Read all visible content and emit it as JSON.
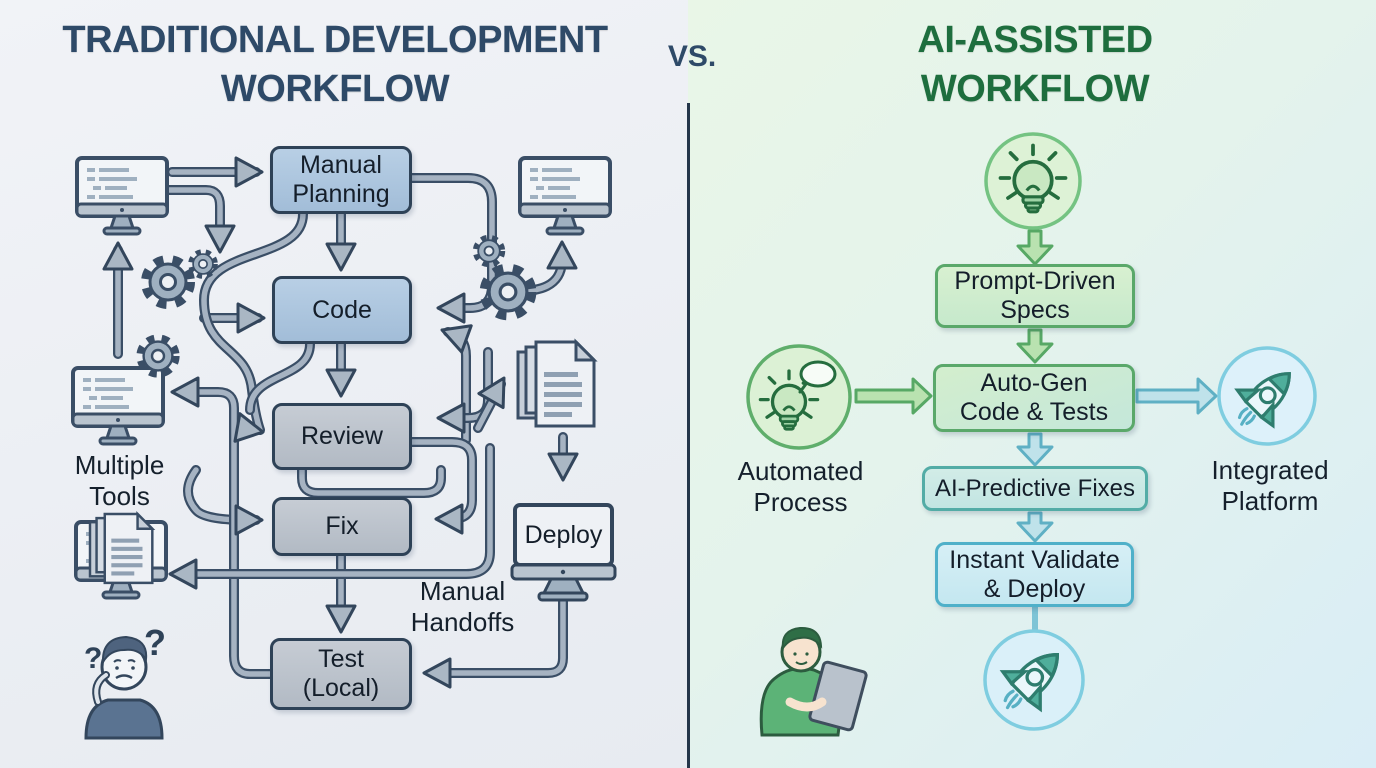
{
  "header": {
    "left_title": "TRADITIONAL DEVELOPMENT WORKFLOW",
    "vs": "VS.",
    "right_title": "AI-ASSISTED WORKFLOW"
  },
  "colors": {
    "left_title": "#2e4a68",
    "right_title": "#1e6e3e",
    "left_background": "#eef1f5",
    "right_background_top": "#e9f6e7",
    "right_background_bottom": "#d9edf6",
    "divider": "#24364a",
    "blue_box": "#aec6de",
    "gray_box": "#bcc3cc",
    "green_accent": "#57a865",
    "teal_accent": "#5fb0c4"
  },
  "traditional": {
    "boxes": {
      "planning": "Manual Planning",
      "code": "Code",
      "review": "Review",
      "fix": "Fix",
      "test": "Test (Local)",
      "deploy": "Deploy"
    },
    "labels": {
      "multiple_tools": "Multiple Tools",
      "manual_handoffs": "Manual Handoffs"
    },
    "decor": {
      "qmark_left": "?",
      "qmark_right": "?"
    },
    "icons": [
      "monitor-code-icon",
      "gears-icon",
      "monitor-gear-icon",
      "monitor-docs-icon",
      "documents-icon",
      "deploy-monitor-icon",
      "confused-person-icon"
    ]
  },
  "ai": {
    "boxes": {
      "specs": "Prompt-Driven Specs",
      "autogen": "Auto-Gen Code & Tests",
      "fixes": "AI-Predictive Fixes",
      "validate": "Instant Validate & Deploy"
    },
    "labels": {
      "automated": "Automated Process",
      "integrated": "Integrated Platform"
    },
    "icons": [
      "lightbulb-icon",
      "idea-bubble-icon",
      "rocket-icon",
      "rocket-launch-icon",
      "person-tablet-icon"
    ]
  }
}
